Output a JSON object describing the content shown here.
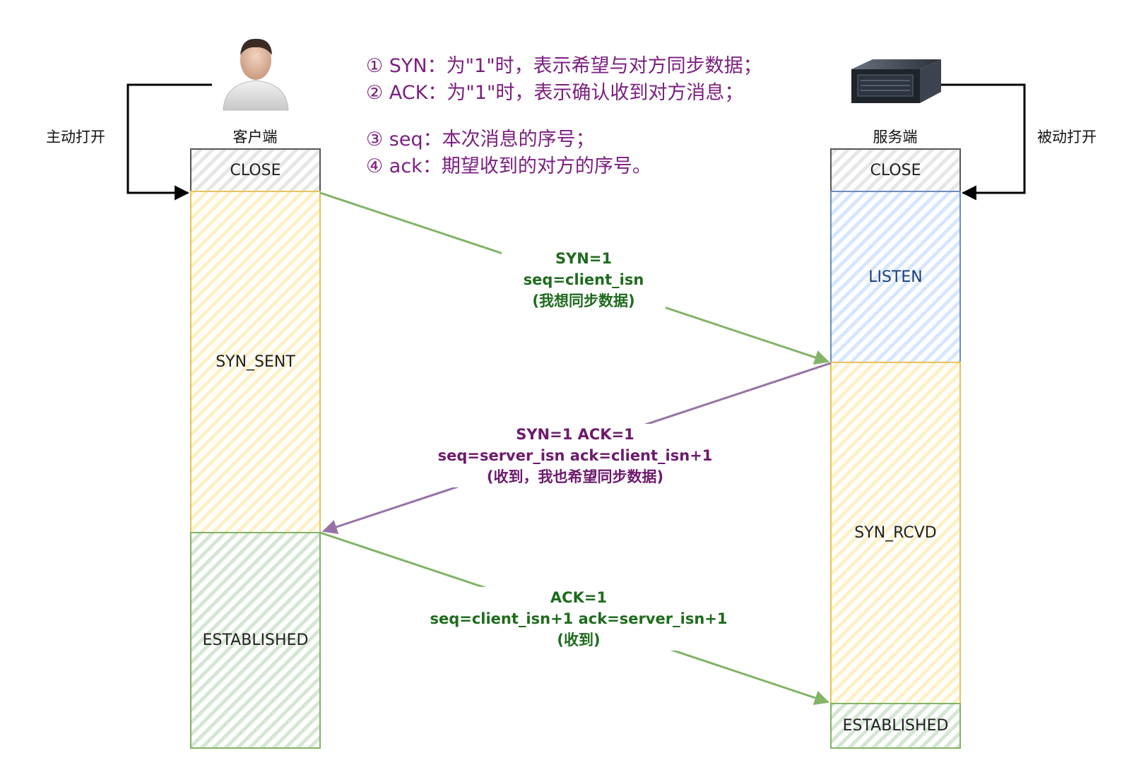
{
  "notes": [
    "① SYN：为\"1\"时，表示希望与对方同步数据；",
    "② ACK：为\"1\"时，表示确认收到对方消息；",
    "③ seq：本次消息的序号；",
    "④ ack：期望收到的对方的序号。"
  ],
  "client": {
    "name": "客户端",
    "open_label": "主动打开",
    "states": [
      "CLOSE",
      "SYN_SENT",
      "ESTABLISHED"
    ]
  },
  "server": {
    "name": "服务端",
    "open_label": "被动打开",
    "states": [
      "CLOSE",
      "LISTEN",
      "SYN_RCVD",
      "ESTABLISHED"
    ]
  },
  "messages": [
    {
      "lines": [
        "SYN=1",
        "seq=client_isn",
        "(我想同步数据)"
      ],
      "direction": "client-to-server",
      "color": "#82b366"
    },
    {
      "lines": [
        "SYN=1  ACK=1",
        "seq=server_isn  ack=client_isn+1",
        "(收到，我也希望同步数据)"
      ],
      "direction": "server-to-client",
      "color": "#9673a6"
    },
    {
      "lines": [
        "ACK=1",
        "seq=client_isn+1  ack=server_isn+1",
        "(收到)"
      ],
      "direction": "client-to-server",
      "color": "#82b366"
    }
  ],
  "colors": {
    "close_fill": "#e6e6e6",
    "close_stroke": "#555555",
    "yellow_fill": "#fff2cc",
    "yellow_stroke": "#e6c35c",
    "blue_fill": "#dae8fc",
    "blue_stroke": "#6c8ebf",
    "green_fill": "#d5e8d4",
    "green_stroke": "#82b366",
    "arrow_green": "#82b366",
    "arrow_purple": "#9673a6",
    "note_text": "#7b1f80"
  }
}
